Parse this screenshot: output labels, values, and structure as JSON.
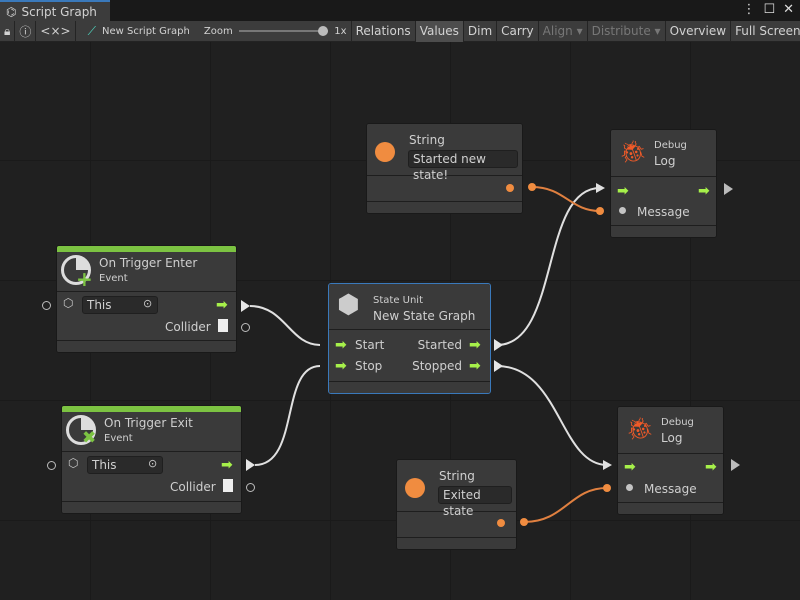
{
  "window": {
    "tab_title": "Script Graph",
    "icons": [
      "hierarchy-icon",
      "more-icon",
      "maximize-icon",
      "close-icon"
    ]
  },
  "toolbar": {
    "lock_icon": "lock-icon",
    "info_icon": "info-icon",
    "code_label": "<×>",
    "graph_name": "New Script Graph",
    "zoom_label": "Zoom",
    "zoom_value": "1x",
    "zoom_level": 1.0,
    "buttons": [
      "Relations",
      "Values",
      "Dim",
      "Carry",
      "Align ▾",
      "Distribute ▾",
      "Overview",
      "Full Screen"
    ],
    "active": "Values"
  },
  "nodes": {
    "string1": {
      "title": "String",
      "value": "Started new state!"
    },
    "log1": {
      "category": "Debug",
      "title": "Log",
      "message": "Message"
    },
    "enter": {
      "title": "On Trigger Enter",
      "subtitle": "Event",
      "target": "This",
      "output": "Collider"
    },
    "state": {
      "category": "State Unit",
      "title": "New  State  Graph",
      "in1": "Start",
      "in2": "Stop",
      "out1": "Started",
      "out2": "Stopped"
    },
    "exit": {
      "title": "On Trigger Exit",
      "subtitle": "Event",
      "target": "This",
      "output": "Collider"
    },
    "log2": {
      "category": "Debug",
      "title": "Log",
      "message": "Message"
    },
    "string2": {
      "title": "String",
      "value": "Exited state"
    }
  },
  "colors": {
    "flow": "#a6f04a",
    "string": "#f08c40",
    "event_bar": "#7cc342",
    "selected": "#3a79bb",
    "debug_icon": "#f05a28"
  }
}
